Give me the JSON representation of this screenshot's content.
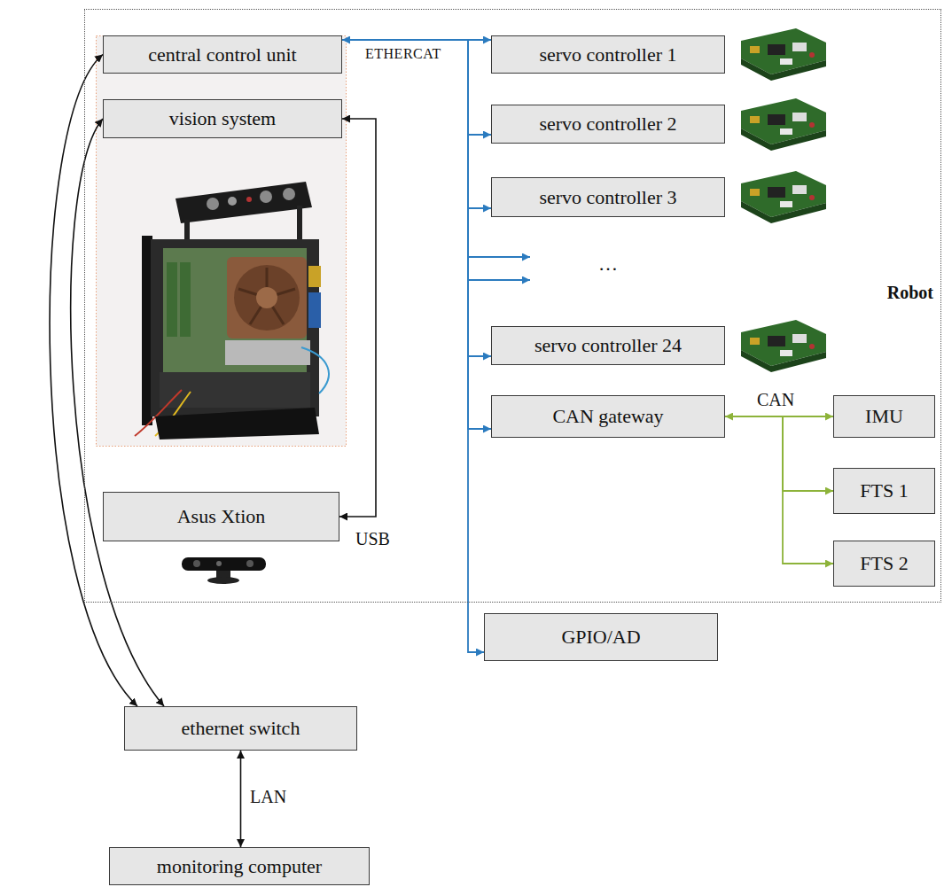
{
  "diagram": {
    "nodes": [
      {
        "text": [
          "Robot"
        ]
      },
      {
        "text": [
          "central control unit"
        ],
        "in": 0
      },
      {
        "text": [
          "servo controller 1"
        ],
        "in": 0
      },
      {
        "text": [
          "vision system"
        ],
        "in": 0
      },
      {
        "text": [
          "servo controller 2"
        ],
        "in": 0
      },
      {
        "text": [
          "servo controller 3"
        ],
        "in": 0
      },
      {
        "text": [
          "servo controller 24"
        ],
        "in": 0
      },
      {
        "text": [
          "CAN gateway"
        ],
        "in": 0
      },
      {
        "text": [
          "IMU"
        ],
        "in": 0
      },
      {
        "text": [
          "FTS 1"
        ],
        "in": 0
      },
      {
        "text": [
          "Asus Xtion"
        ],
        "in": 0
      },
      {
        "text": [
          "FTS 2"
        ],
        "in": 0
      },
      {
        "text": [
          "GPIO/AD"
        ]
      },
      {
        "text": [
          "ethernet switch"
        ]
      },
      {
        "text": [
          "monitoring computer"
        ]
      }
    ],
    "edges": [
      {
        "from": 1,
        "to": 2,
        "arrow": "both",
        "label": "ETHERCAT"
      },
      {
        "from": 1,
        "to": 4,
        "arrow": "to"
      },
      {
        "from": 1,
        "to": 5,
        "arrow": "to"
      },
      {
        "from": 1,
        "to": 6,
        "arrow": "to"
      },
      {
        "from": 1,
        "to": 7,
        "arrow": "to"
      },
      {
        "from": 1,
        "to": 12,
        "arrow": "to"
      },
      {
        "from": 3,
        "to": 10,
        "arrow": "both",
        "label": "USB"
      },
      {
        "from": 7,
        "to": 8,
        "arrow": "both",
        "label": "CAN"
      },
      {
        "from": 7,
        "to": 9,
        "arrow": "to"
      },
      {
        "from": 7,
        "to": 11,
        "arrow": "to"
      },
      {
        "from": 13,
        "to": 1,
        "arrow": "both"
      },
      {
        "from": 13,
        "to": 3,
        "arrow": "both"
      },
      {
        "from": 13,
        "to": 14,
        "arrow": "both",
        "label": "LAN"
      }
    ],
    "labels": [
      "…"
    ]
  }
}
